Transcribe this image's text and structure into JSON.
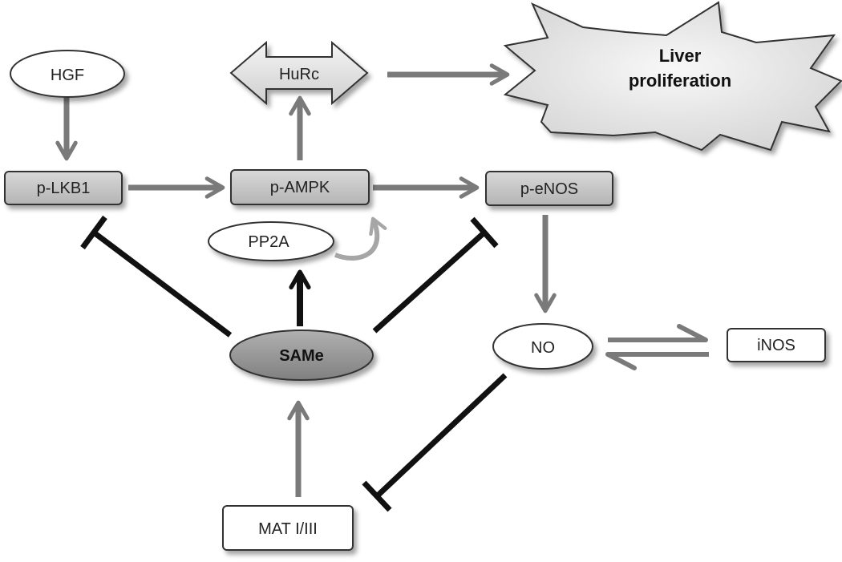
{
  "nodes": {
    "hgf": "HGF",
    "hurc": "HuRc",
    "liver": [
      "Liver",
      "proliferation"
    ],
    "plkb1": "p-LKB1",
    "pampk": "p-AMPK",
    "penos": "p-eNOS",
    "pp2a": "PP2A",
    "same": "SAMe",
    "no": "NO",
    "inos": "iNOS",
    "mat": "MAT I/III"
  },
  "colors": {
    "arrow_gray": "#7a7a7a",
    "inhibit_black": "#111111",
    "box_fill": "#c9c9c9",
    "same_fill": "#9a9a9a",
    "hurc_fill": "#e6e6e6",
    "star_fill": "#ececec"
  }
}
